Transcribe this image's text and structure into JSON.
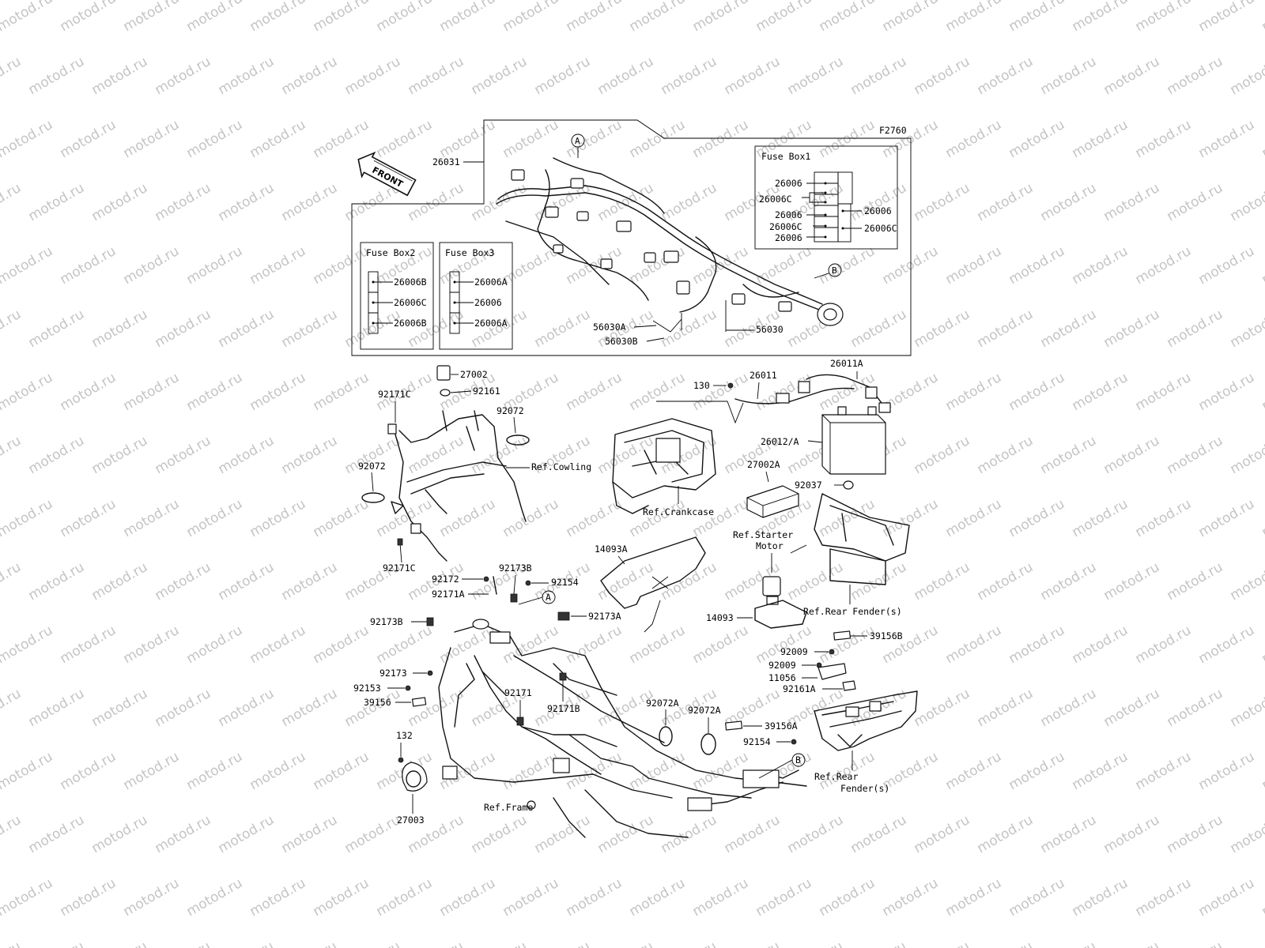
{
  "watermark": {
    "text": "motod.ru",
    "color": "#c4c4c4"
  },
  "diagram_id": "F2760",
  "front_arrow": "FRONT",
  "fuse_box1": {
    "title": "Fuse Box1",
    "left_labels": [
      "26006",
      "26006C",
      "26006",
      "26006C",
      "26006"
    ],
    "right_labels": [
      "26006",
      "26006C"
    ]
  },
  "fuse_box2": {
    "title": "Fuse Box2",
    "labels": [
      "26006B",
      "26006C",
      "26006B"
    ]
  },
  "fuse_box3": {
    "title": "Fuse Box3",
    "labels": [
      "26006A",
      "26006",
      "26006A"
    ]
  },
  "circles": {
    "a": "A",
    "b": "B"
  },
  "parts": {
    "p26031": "26031",
    "p56030A": "56030A",
    "p56030B": "56030B",
    "p56030": "56030",
    "p27002": "27002",
    "p92161": "92161",
    "p92171C_top": "92171C",
    "p92072_r": "92072",
    "p92072_l": "92072",
    "p92171C_bot": "92171C",
    "p130": "130",
    "p26011": "26011",
    "p26011A": "26011A",
    "p26012A": "26012/A",
    "p27002A": "27002A",
    "p92037": "92037",
    "p14093A": "14093A",
    "p92172": "92172",
    "p92173B_top": "92173B",
    "p92154_top": "92154",
    "p92171A": "92171A",
    "p92173A": "92173A",
    "p92173B_left": "92173B",
    "p14093": "14093",
    "p39156B": "39156B",
    "p92009_a": "92009",
    "p92009_b": "92009",
    "p11056": "11056",
    "p92161A": "92161A",
    "p92173": "92173",
    "p92153": "92153",
    "p39156": "39156",
    "p92171": "92171",
    "p92171B": "92171B",
    "p92072A_a": "92072A",
    "p92072A_b": "92072A",
    "p39156A": "39156A",
    "p92154_bot": "92154",
    "p132": "132",
    "p27003": "27003"
  },
  "refs": {
    "cowling": "Ref.Cowling",
    "crankcase": "Ref.Crankcase",
    "starter_1": "Ref.Starter",
    "starter_2": "Motor",
    "rear_fender_1": "Ref.Rear Fender(s)",
    "rear_fender2_1": "Ref.Rear",
    "rear_fender2_2": "Fender(s)",
    "frame": "Ref.Frame"
  }
}
